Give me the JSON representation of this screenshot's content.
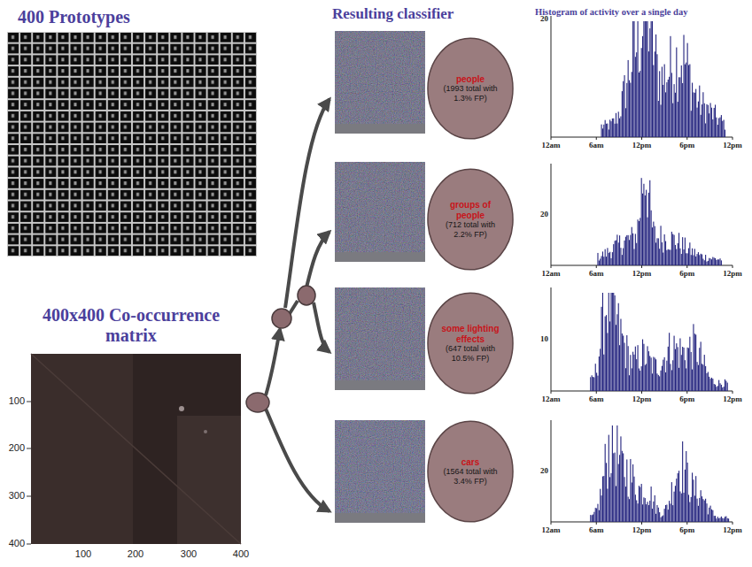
{
  "diagram": {
    "nodes": [
      {
        "text": [
          "people",
          "(1993 total with 1.3% FP)"
        ]
      },
      {
        "text": [
          "groups of people",
          "(712 total with 2.2% FP)"
        ]
      },
      {
        "text": [
          "some lighting effects",
          "(647 total with 10.5% FP)"
        ]
      },
      {
        "text": [
          "cars",
          "(1564 total with 3.4% FP)"
        ]
      }
    ],
    "labels": [
      "400 Prototypes",
      "400x400 Co-occurrence matrix",
      "Resulting classifier",
      "Histogram of activity over a single day",
      "100",
      "200",
      "300",
      "400",
      "100",
      "200",
      "300",
      "400",
      "20",
      "12am",
      "6am",
      "12pm",
      "6pm",
      "12pm",
      "20",
      "12am",
      "6am",
      "12pm",
      "6pm",
      "12pm",
      "10",
      "12am",
      "6am",
      "12pm",
      "6pm",
      "12pm",
      "20",
      "12am",
      "6am",
      "12pm",
      "6pm",
      "12pm"
    ]
  }
}
